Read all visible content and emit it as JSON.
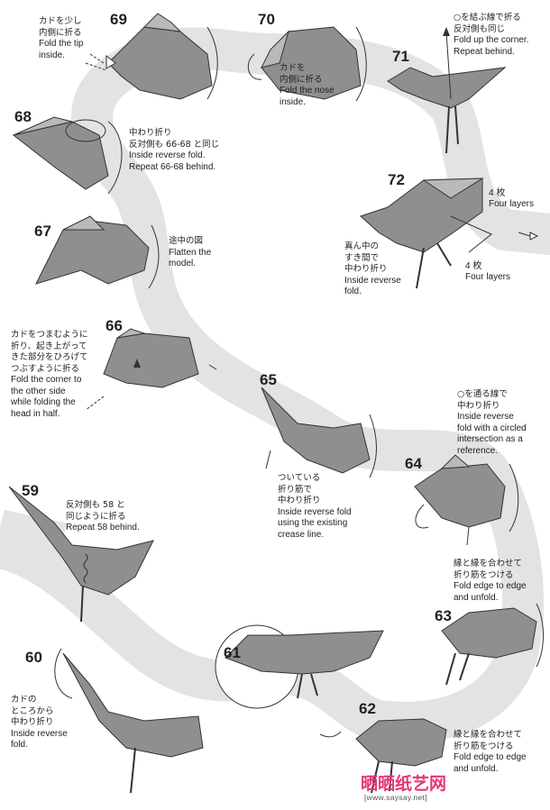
{
  "colors": {
    "band": "#e3e3e3",
    "model": "#8f8f8f",
    "model_light": "#b9b9b9",
    "line": "#333333",
    "watermark": "#e8357a"
  },
  "steps": [
    {
      "num": "69",
      "jp": [
        "カドを少し",
        "内側に折る"
      ],
      "en": [
        "Fold the tip",
        "inside."
      ]
    },
    {
      "num": "70",
      "jp": [
        "カドを",
        "内側に折る"
      ],
      "en": [
        "Fold the nose",
        "inside."
      ]
    },
    {
      "num": "71",
      "jp": [
        "○を結ぶ線で折る",
        "反対側も同じ"
      ],
      "en": [
        "Fold up the corner.",
        "Repeat behind."
      ]
    },
    {
      "num": "68",
      "jp": [
        "中わり折り",
        "反対側も 66-68 と同じ"
      ],
      "en": [
        "Inside reverse fold.",
        "Repeat 66-68 behind."
      ]
    },
    {
      "num": "72",
      "jp": [
        "真ん中の",
        "すき間で",
        "中わり折り"
      ],
      "en": [
        "Inside reverse",
        "fold."
      ],
      "layers_top": [
        "4 枚",
        "Four layers"
      ],
      "layers_bottom": [
        "4 枚",
        "Four layers"
      ]
    },
    {
      "num": "67",
      "jp": [
        "途中の図"
      ],
      "en": [
        "Flatten the",
        "model."
      ]
    },
    {
      "num": "66",
      "jp": [
        "カドをつまむように",
        "折り、起き上がって",
        "きた部分をひろげて",
        "つぶすように折る"
      ],
      "en": [
        "Fold the corner to",
        "the other side",
        "while folding the",
        "head in half."
      ]
    },
    {
      "num": "65",
      "jp": [
        "ついている",
        "折り筋で",
        "中わり折り"
      ],
      "en": [
        "Inside reverse fold",
        "using the existing",
        "crease line."
      ]
    },
    {
      "num": "64",
      "jp": [
        "○を通る線で",
        "中わり折り"
      ],
      "en": [
        "Inside reverse",
        "fold with a circled",
        "intersection as a",
        "reference."
      ]
    },
    {
      "num": "59",
      "jp": [
        "反対側も 58 と",
        "同じように折る"
      ],
      "en": [
        "Repeat 58 behind."
      ]
    },
    {
      "num": "63",
      "jp": [
        "縁と縁を合わせて",
        "折り筋をつける"
      ],
      "en": [
        "Fold edge to edge",
        "and unfold."
      ]
    },
    {
      "num": "60",
      "jp": [
        "カドの",
        "ところから",
        "中わり折り"
      ],
      "en": [
        "Inside reverse",
        "fold."
      ]
    },
    {
      "num": "61",
      "jp": [],
      "en": []
    },
    {
      "num": "62",
      "jp": [
        "縁と縁を合わせて",
        "折り筋をつける"
      ],
      "en": [
        "Fold edge to edge",
        "and unfold."
      ]
    }
  ],
  "watermark": {
    "text": "晒晒纸艺网",
    "url": "[www.saysay.net]"
  }
}
